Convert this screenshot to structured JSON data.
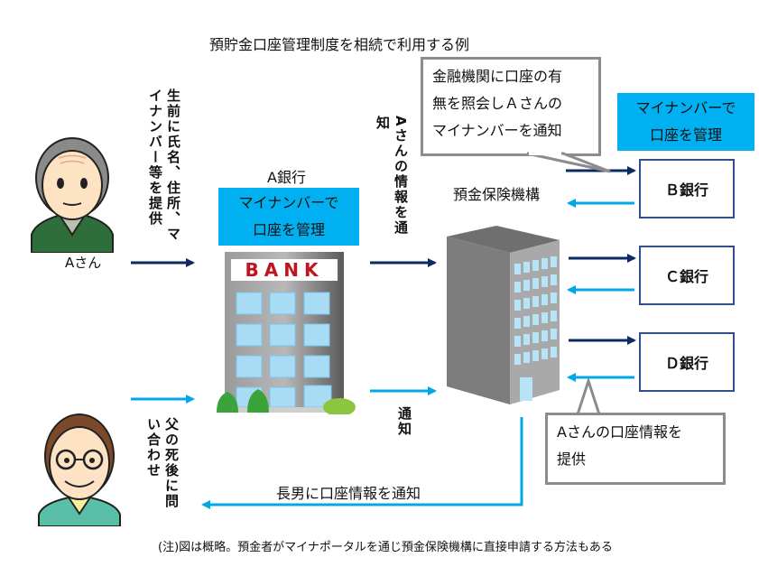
{
  "title": "預貯金口座管理制度を相続で利用する例",
  "persons": {
    "father": {
      "label": "Aさん",
      "icon": "elderly-man-icon"
    },
    "son": {
      "icon": "man-with-glasses-icon"
    }
  },
  "flows": {
    "provide_info": "生前に氏名、住所、マイナンバー等を提供",
    "notify_info": "Aさんの情報を通知",
    "inquire": "父の死後に問い合わせ",
    "notify": "通知",
    "notify_son": "長男に口座情報を通知"
  },
  "a_bank": {
    "name": "A銀行",
    "box": [
      "マイナンバーで",
      "口座を管理"
    ],
    "sign": "BANK",
    "icon": "bank-building-icon"
  },
  "dic": {
    "name": "預金保険機構",
    "icon": "office-building-icon"
  },
  "callout_top": [
    "金融機関に口座の有",
    "無を照会しＡさんの",
    "マイナンバーを通知"
  ],
  "other_banks_box": [
    "マイナンバーで",
    "口座を管理"
  ],
  "banks": [
    "Ｂ銀行",
    "Ｃ銀行",
    "Ｄ銀行"
  ],
  "callout_bottom": [
    "Aさんの口座情報を",
    "提供"
  ],
  "footnote": "(注)図は概略。預金者がマイナポータルを通じ預金保険機構に直接申請する方法もある",
  "colors": {
    "dark_arrow": "#0b2a66",
    "light_arrow": "#00a8e8",
    "accent_box": "#00b0f0",
    "bank_border": "#2f4f8f",
    "callout_border": "#8c8c8c"
  }
}
